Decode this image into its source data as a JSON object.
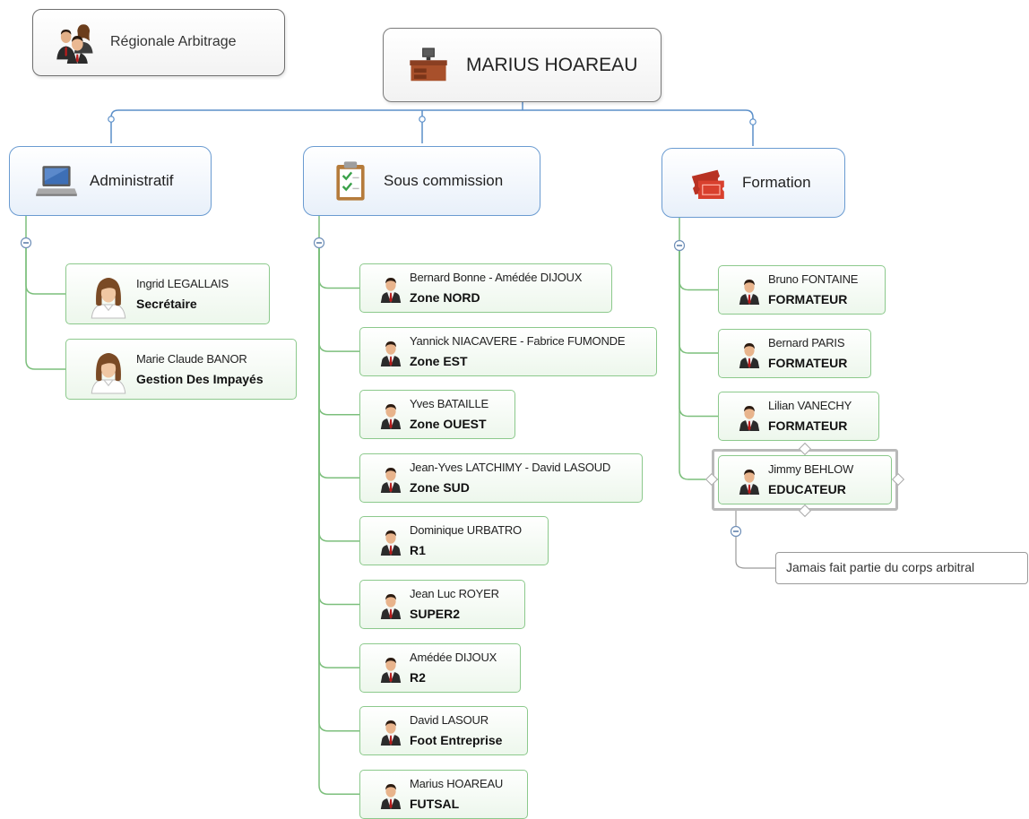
{
  "root": {
    "title": "MARIUS HOAREAU",
    "icon": "office-desk-icon"
  },
  "floating": {
    "title": "Régionale Arbitrage",
    "icon": "group-icon"
  },
  "branches": [
    {
      "title": "Administratif",
      "icon": "laptop-icon",
      "members": [
        {
          "name": "Ingrid LEGALLAIS",
          "role": "Secrétaire",
          "icon": "woman-avatar-icon"
        },
        {
          "name": "Marie Claude BANOR",
          "role": "Gestion Des Impayés",
          "icon": "woman-avatar-icon"
        }
      ]
    },
    {
      "title": "Sous commission",
      "icon": "clipboard-check-icon",
      "members": [
        {
          "name": "Bernard Bonne - Amédée DIJOUX",
          "role": "Zone NORD",
          "icon": "man-avatar-icon"
        },
        {
          "name": "Yannick NIACAVERE - Fabrice FUMONDE",
          "role": "Zone EST",
          "icon": "man-avatar-icon"
        },
        {
          "name": "Yves BATAILLE",
          "role": "Zone OUEST",
          "icon": "man-avatar-icon"
        },
        {
          "name": "Jean-Yves LATCHIMY - David LASOUD",
          "role": "Zone SUD",
          "icon": "man-avatar-icon"
        },
        {
          "name": "Dominique URBATRO",
          "role": "R1",
          "icon": "man-avatar-icon"
        },
        {
          "name": "Jean Luc ROYER",
          "role": "SUPER2",
          "icon": "man-avatar-icon"
        },
        {
          "name": "Amédée DIJOUX",
          "role": "R2",
          "icon": "man-avatar-icon"
        },
        {
          "name": "David LASOUR",
          "role": "Foot Entreprise",
          "icon": "man-avatar-icon"
        },
        {
          "name": "Marius HOAREAU",
          "role": "FUTSAL",
          "icon": "man-avatar-icon"
        }
      ]
    },
    {
      "title": "Formation",
      "icon": "tickets-icon",
      "members": [
        {
          "name": "Bruno FONTAINE",
          "role": "FORMATEUR",
          "icon": "man-avatar-icon"
        },
        {
          "name": "Bernard PARIS",
          "role": "FORMATEUR",
          "icon": "man-avatar-icon"
        },
        {
          "name": "Lilian VANECHY",
          "role": "FORMATEUR",
          "icon": "man-avatar-icon"
        },
        {
          "name": "Jimmy BEHLOW",
          "role": "EDUCATEUR",
          "icon": "man-avatar-icon",
          "selected": true
        }
      ],
      "note": "Jamais fait partie du corps arbitral"
    }
  ],
  "colors": {
    "blue_connector": "#5b8fc9",
    "green_connector": "#7cbf7c",
    "note_connector": "#9a9a9a",
    "branch_border": "#6a9bd1",
    "leaf_border": "#8cc98c"
  }
}
